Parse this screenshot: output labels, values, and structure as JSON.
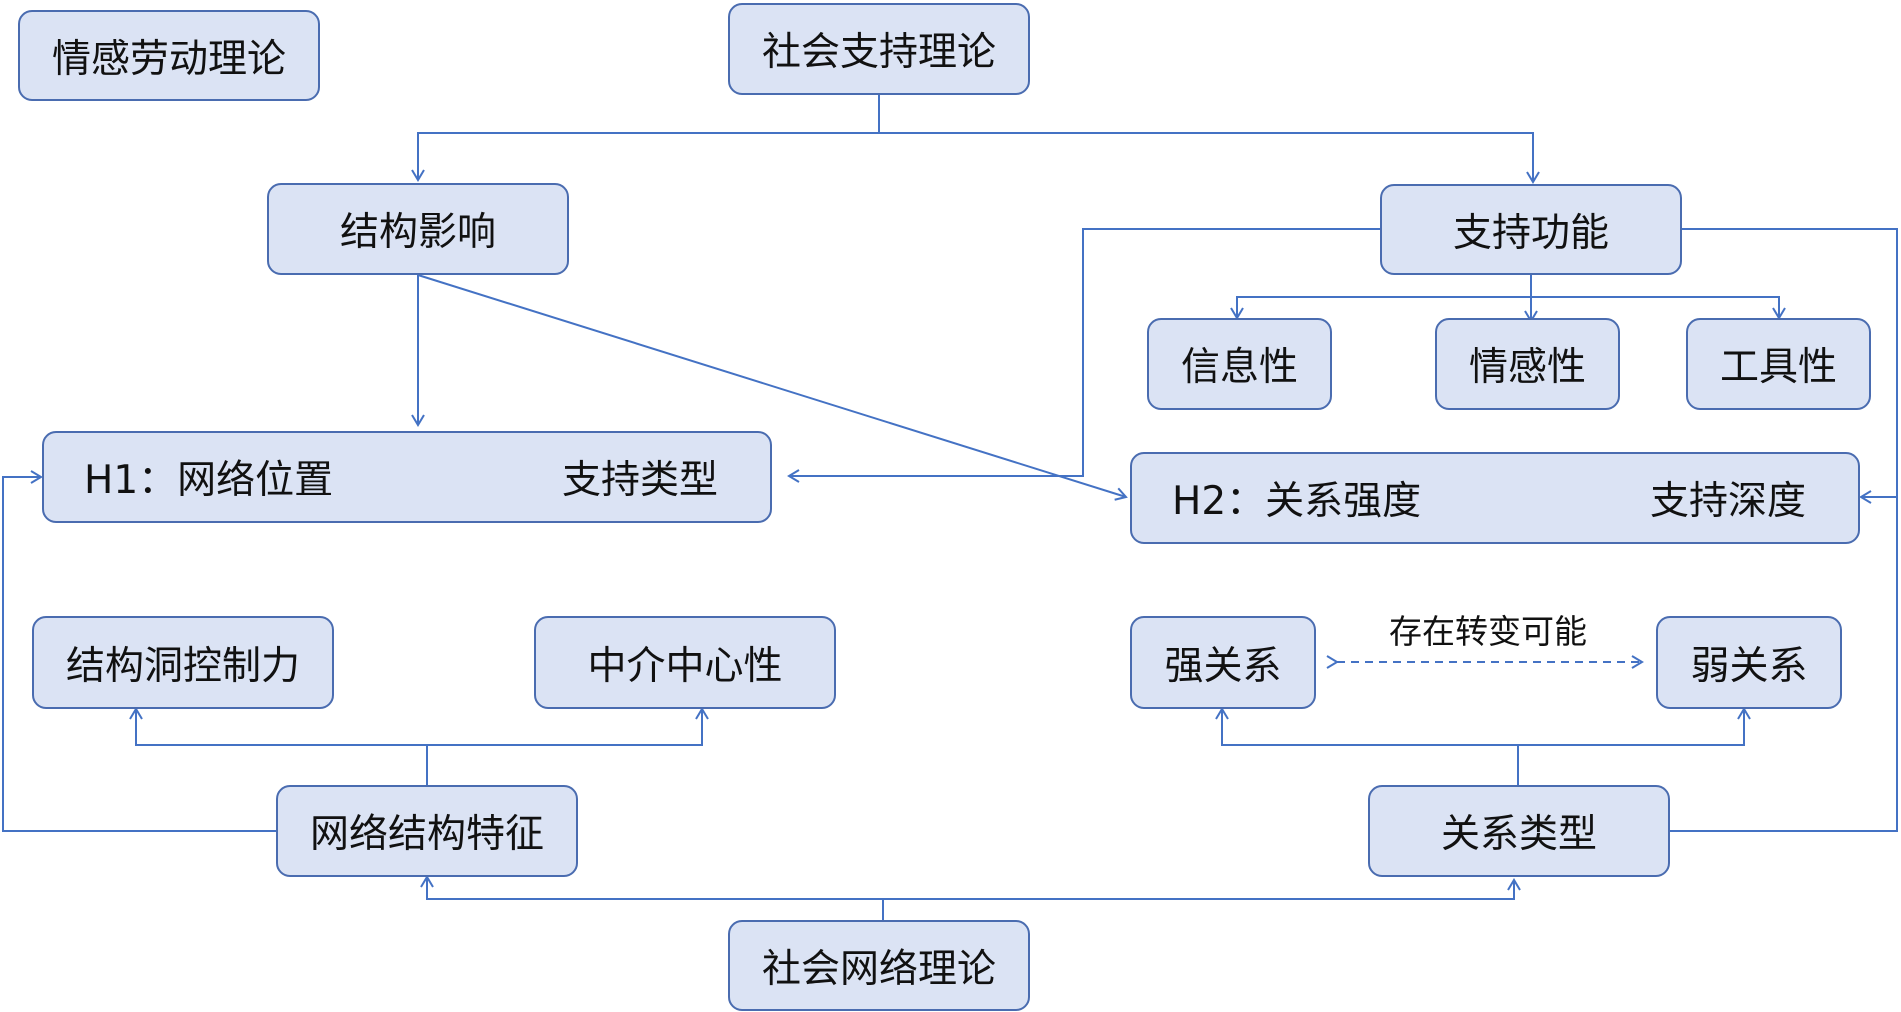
{
  "theme": {
    "box_fill": "#dbe3f4",
    "box_border": "#4a6cb0",
    "line_color": "#4472c4",
    "text_color": "#111111"
  },
  "nodes": {
    "emotional_labor_theory": "情感劳动理论",
    "social_support_theory": "社会支持理论",
    "structural_influence": "结构影响",
    "support_function": "支持功能",
    "informational": "信息性",
    "emotional": "情感性",
    "instrumental": "工具性",
    "h1_label": "H1：网络位置",
    "h1_right": "支持类型",
    "h2_label": "H2：关系强度",
    "h2_right": "支持深度",
    "structural_hole_control": "结构洞控制力",
    "betweenness_centrality": "中介中心性",
    "strong_ties": "强关系",
    "weak_ties": "弱关系",
    "transition_note": "存在转变可能",
    "network_structure_features": "网络结构特征",
    "relationship_type": "关系类型",
    "social_network_theory": "社会网络理论"
  }
}
